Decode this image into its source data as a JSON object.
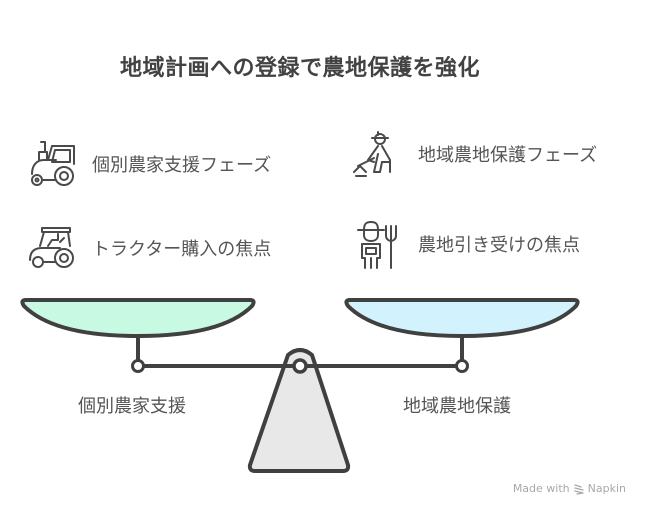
{
  "title": "地域計画への登録で農地保護を強化",
  "left": {
    "items": [
      {
        "icon": "tractor-icon",
        "label": "個別農家支援フェーズ"
      },
      {
        "icon": "tractor-cab-icon",
        "label": "トラクター購入の焦点"
      }
    ],
    "pan_label": "個別農家支援",
    "pan_color": "#c8f9e3"
  },
  "right": {
    "items": [
      {
        "icon": "farmer-tilling-icon",
        "label": "地域農地保護フェーズ"
      },
      {
        "icon": "farmer-pitchfork-icon",
        "label": "農地引き受けの焦点"
      }
    ],
    "pan_label": "地域農地保護",
    "pan_color": "#d2f2fd"
  },
  "fulcrum_color": "#e8e8e8",
  "stroke_color": "#404040",
  "footer": {
    "made_with": "Made with",
    "brand": "Napkin"
  }
}
